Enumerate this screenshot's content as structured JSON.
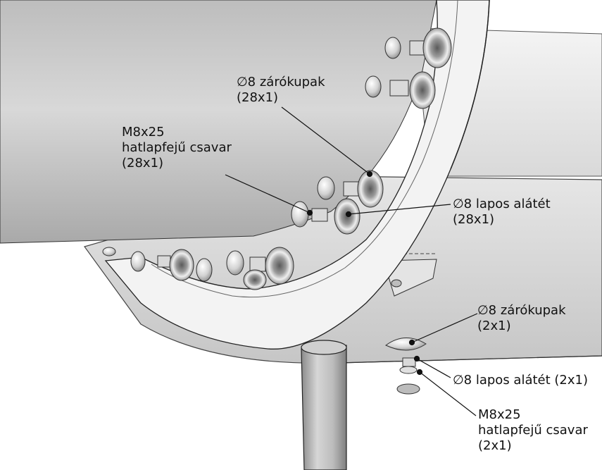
{
  "labels": {
    "zarokupak_main": {
      "line1": "∅8 zárókupak",
      "line2": "(28x1)"
    },
    "csavar_main": {
      "line1": "M8x25",
      "line2": "hatlapfejű csavar",
      "line3": "(28x1)"
    },
    "alatet_main": {
      "line1": "∅8 lapos alátét",
      "line2": "(28x1)"
    },
    "zarokupak_small": {
      "line1": "∅8 zárókupak",
      "line2": "(2x1)"
    },
    "alatet_small": {
      "line1": "∅8 lapos alátét (2x1)"
    },
    "csavar_small": {
      "line1": "M8x25",
      "line2": "hatlapfejű csavar",
      "line3": "(2x1)"
    }
  }
}
